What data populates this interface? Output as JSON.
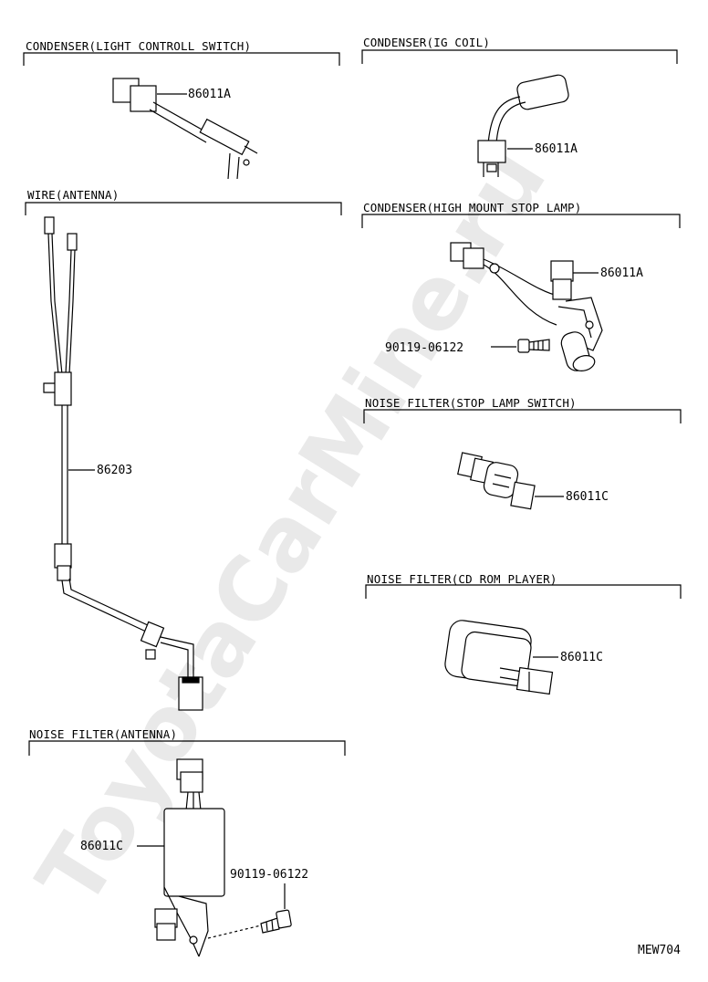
{
  "watermark": "ToyotaCarMine.ru",
  "diagram_code": "MEW704",
  "sections": {
    "light_switch": {
      "title": "CONDENSER(LIGHT CONTROLL SWITCH)",
      "part": "86011A"
    },
    "ig_coil": {
      "title": "CONDENSER(IG COIL)",
      "part": "86011A"
    },
    "wire_antenna": {
      "title": "WIRE(ANTENNA)",
      "part": "86203"
    },
    "high_mount": {
      "title": "CONDENSER(HIGH MOUNT STOP LAMP)",
      "part": "86011A",
      "bolt": "90119-06122"
    },
    "stop_lamp_switch": {
      "title": "NOISE FILTER(STOP LAMP SWITCH)",
      "part": "86011C"
    },
    "cd_rom": {
      "title": "NOISE FILTER(CD ROM PLAYER)",
      "part": "86011C"
    },
    "noise_antenna": {
      "title": "NOISE FILTER(ANTENNA)",
      "part": "86011C",
      "bolt": "90119-06122"
    }
  }
}
